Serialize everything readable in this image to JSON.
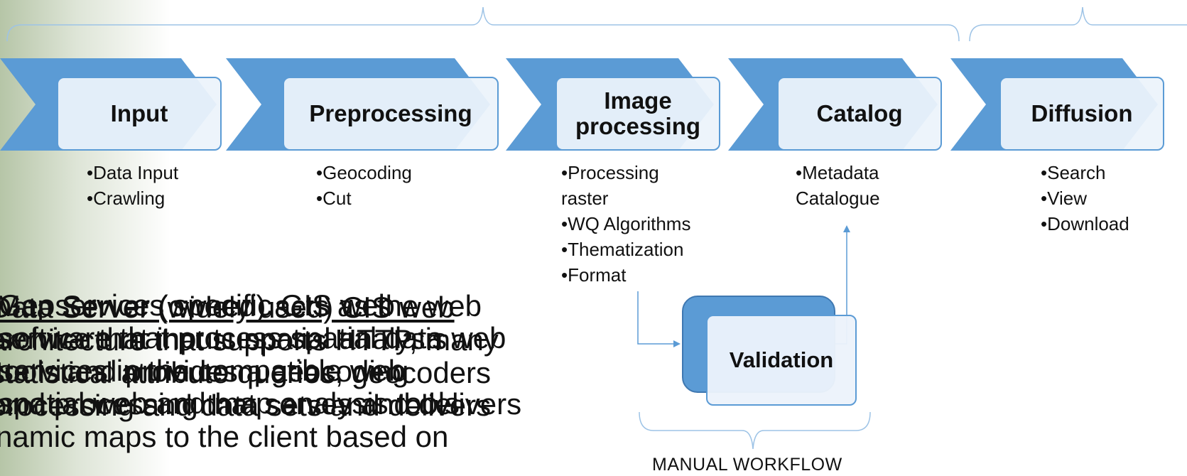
{
  "pipeline": {
    "stages": [
      {
        "title": "Input",
        "items": [
          "•Data Input",
          "•Crawling"
        ]
      },
      {
        "title": "Preprocessing",
        "items": [
          "•Geocoding",
          "•Cut"
        ]
      },
      {
        "title": "Image processing",
        "items": [
          "•Processing",
          "raster",
          "•WQ Algorithms",
          "•Thematization",
          "•Format"
        ]
      },
      {
        "title": "Catalog",
        "items": [
          "•Metadata",
          "Catalogue"
        ]
      },
      {
        "title": "Diffusion",
        "items": [
          "•Search",
          "•View",
          "•Download"
        ]
      }
    ]
  },
  "manual_workflow": {
    "validation_label": "Validation",
    "caption": "MANUAL WORKFLOW"
  },
  "overlapping_text": {
    "layer_a": [
      "Map Server (owned) acts as the web",
      "service that inputs spatial analysis",
      "tools and provides a geocoding",
      "and processing that serves and delivers",
      "namic maps to the client based on"
    ],
    "layer_b": [
      "Data Server (widely used) CIS web",
      "architecture that supports HTTP, many",
      "statistical attribute queries, geocoders",
      "processing and data sets and delivers",
      ""
    ],
    "layer_c": [
      "Geoservices specific GIS web",
      "software that process spatial data web",
      "services in the compatible web",
      "spatial web and map analysis tools",
      ""
    ]
  },
  "colors": {
    "chevron": "#5b9bd5",
    "box_border": "#5b9bd5",
    "box_fill": "#ecf3fb",
    "validation_back": "#5b9bd5",
    "bracket_line": "#9dc3e6"
  }
}
